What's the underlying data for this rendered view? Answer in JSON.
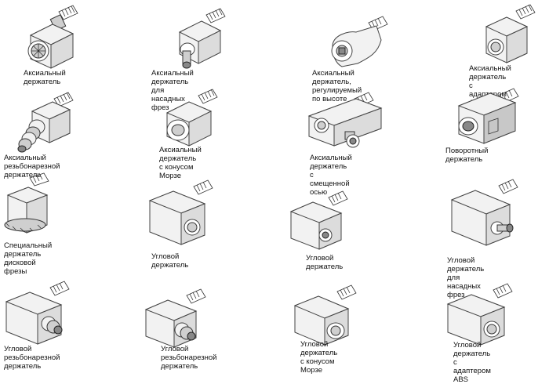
{
  "items": [
    {
      "caption": "Аксиальный\nдержатель"
    },
    {
      "caption": "Аксиальный держатель\nдля насадных фрез"
    },
    {
      "caption": "Аксиальный держатель,\nрегулируемый по высоте"
    },
    {
      "caption": "Аксиальный держатель\nс адаптером ABS"
    },
    {
      "caption": "Аксиальный\nрезьбонарезной\nдержатель"
    },
    {
      "caption": "Аксиальный держатель\nс конусом Морзе"
    },
    {
      "caption": "Аксиальный держатель\nс смещенной осью"
    },
    {
      "caption": "Поворотный\nдержатель"
    },
    {
      "caption": "Специальный\nдержатель\nдисковой\nфрезы"
    },
    {
      "caption": "Угловой\nдержатель"
    },
    {
      "caption": "Угловой\nдержатель"
    },
    {
      "caption": "Угловой держатель\nдля насадных фрез"
    },
    {
      "caption": "Угловой\nрезьбонарезной\nдержатель"
    },
    {
      "caption": "Угловой\nрезьбонарезной\nдержатель"
    },
    {
      "caption": "Угловой держатель\nс конусом Морзе"
    },
    {
      "caption": "Угловой держатель\nс адаптером ABS"
    }
  ]
}
